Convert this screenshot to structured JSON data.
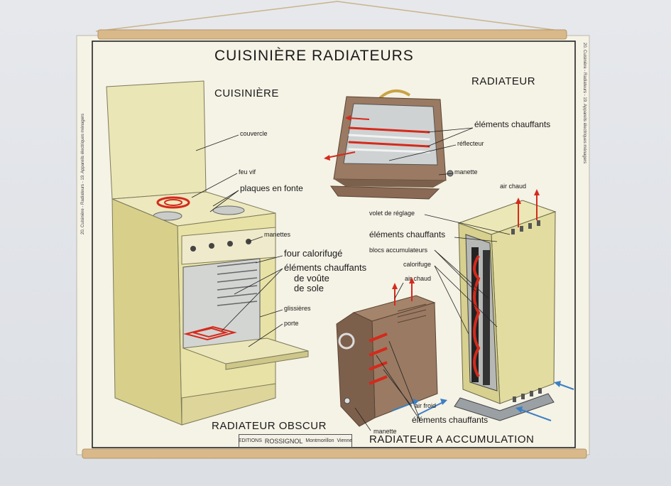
{
  "poster": {
    "title": "CUISINIÈRE RADIATEURS",
    "sections": {
      "cuisiniere": "CUISINIÈRE",
      "radiateur": "RADIATEUR",
      "radiateur_obscur": "RADIATEUR OBSCUR",
      "radiateur_accumulation": "RADIATEUR A ACCUMULATION"
    },
    "labels": {
      "couvercle": "couvercle",
      "feu_vif": "feu vif",
      "plaques_en_fonte": "plaques en fonte",
      "manettes": "manettes",
      "four_calorifuge": "four calorifugé",
      "elements_chauffants_voute": "éléments chauffants",
      "de_voute": "de voûte",
      "de_sole": "de sole",
      "glissieres": "glissières",
      "porte": "porte",
      "rad_elements_chauffants": "éléments chauffants",
      "reflecteur": "réflecteur",
      "manette": "manette",
      "air_chaud_top": "air chaud",
      "volet_de_reglage": "volet de réglage",
      "acc_elements_chauffants": "éléments chauffants",
      "blocs_accumulateurs": "blocs accumulateurs",
      "calorifuge": "calorifuge",
      "air_chaud_obscur": "air chaud",
      "air_froid": "air froid",
      "obscur_elements_chauffants": "éléments chauffants",
      "obscur_manette": "manette"
    },
    "publisher": {
      "name": "ROSSIGNOL",
      "prefix": "EDITIONS",
      "place": "Montmorillon",
      "dept": "Vienne"
    },
    "edge_text": "20. Cuisinière - Radiateurs - 19. Appareils électriques ménagers"
  },
  "colors": {
    "paper": "#f5f2e6",
    "cream": "#e8e2a6",
    "brown": "#8a6a55",
    "red": "#d42a1c",
    "blue": "#3b7fc4",
    "wood": "#d9b98a"
  }
}
